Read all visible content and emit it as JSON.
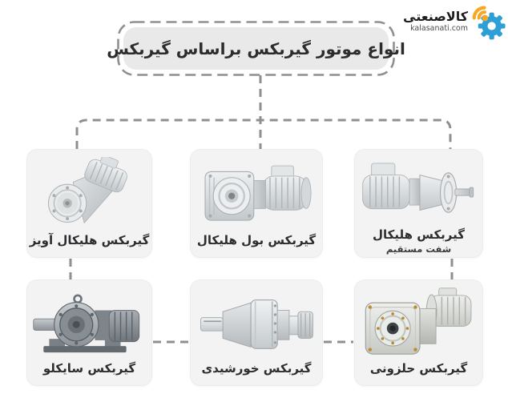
{
  "page": {
    "background": "#ffffff",
    "type": "infographic-tree-diagram"
  },
  "logo": {
    "brand_name": "کالاصنعتی",
    "domain": "kalasanati.com",
    "icon": "gear-signal-icon",
    "colors": {
      "gear_blue": "#2E9FD6",
      "signal_yellow": "#F6A823",
      "text_dark": "#1e1e20"
    }
  },
  "title": {
    "text": "انواع موتور گیربکس براساس گیربکس",
    "fill": "#e9e9ea",
    "border_style": "dashed",
    "border_color": "#8f8f8f",
    "text_color": "#2c2c2e"
  },
  "connectors": {
    "style": "dashed",
    "color": "#8f8f8f",
    "description": "dashed tree from title to top row of three cards; vertical dashed links between left and right column rows; horizontal dashed links between bottom row cards"
  },
  "card_style": {
    "background": "#f3f3f4",
    "label_color": "#2d2d30"
  },
  "cards": [
    {
      "id": "helical-shaft-mounted",
      "label": "گیربکس هلیکال آویز",
      "sublabel": "",
      "illustration": "shaft-mounted-helical-gearmotor",
      "row": 1,
      "col": 1
    },
    {
      "id": "bevel-helical",
      "label": "گیربکس بول هلیکال",
      "sublabel": "",
      "illustration": "bevel-helical-gearmotor",
      "row": 1,
      "col": 2
    },
    {
      "id": "helical-direct-shaft",
      "label": "گیربکس هلیکال",
      "sublabel": "شفت مستقیم",
      "illustration": "inline-helical-gearmotor",
      "row": 1,
      "col": 3
    },
    {
      "id": "cyclo",
      "label": "گیربکس سایکلو",
      "sublabel": "",
      "illustration": "cyclo-gearmotor",
      "row": 2,
      "col": 1
    },
    {
      "id": "planetary",
      "label": "گیربکس خورشیدی",
      "sublabel": "",
      "illustration": "planetary-gearbox",
      "row": 2,
      "col": 2
    },
    {
      "id": "worm",
      "label": "گیربکس حلزونی",
      "sublabel": "",
      "illustration": "worm-gearmotor",
      "row": 2,
      "col": 3
    }
  ]
}
